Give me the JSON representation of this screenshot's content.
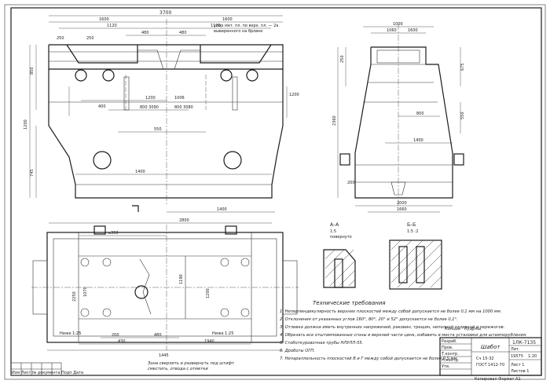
{
  "dimensions": {
    "front_total_width": "3700",
    "front_width_left": "1600",
    "front_width_right": "1600",
    "front_inner_left": "1120",
    "front_inner_right": "1120",
    "front_top_a": "480",
    "front_top_b": "480",
    "front_top_c": "250",
    "front_top_d": "250",
    "front_pitch": "400",
    "front_center_a": "1200",
    "front_center_b": "1006",
    "front_center_c": "550",
    "front_bottom_a": "1400",
    "front_bottom_b": "1400",
    "front_base_width": "2800",
    "front_height_total": "1200",
    "front_height_upper": "850",
    "front_height_lower": "745",
    "front_side_a": "1200",
    "front_hole_a": "800 3090",
    "front_hole_b": "800 3080",
    "side_top": "1000",
    "side_top_a": "1060",
    "side_top_b": "1600",
    "side_height": "2360",
    "side_mid": "800",
    "side_mid_b": "1400",
    "side_bottom": "2000",
    "side_bottom_b": "1660",
    "side_gap": "200",
    "side_right_a": "675",
    "side_right_b": "550",
    "side_left_a": "250",
    "plan_hole": "⌀350",
    "plan_left_a": "2250",
    "plan_left_b": "1070",
    "plan_mid": "1190",
    "plan_mid_b": "1200",
    "plan_bottom_a": "200",
    "plan_bottom_b": "480",
    "plan_bottom_c": "430",
    "plan_bottom_d": "1940",
    "plan_total": "1445"
  },
  "leaders": {
    "front_top_note": "упор мет. пл. по верх. пл. — 2а",
    "front_top_note2": "выверенного на бровке",
    "plan_left_note": "Ниже 1:25",
    "plan_right_note": "Ниже 1:25"
  },
  "section_aa": {
    "label": "А–А",
    "scale": "1:5",
    "note": "повернуто"
  },
  "section_bb": {
    "label": "Б–Б",
    "scale": "1:5 :2"
  },
  "tech_req": {
    "title": "Технические требования",
    "items": [
      "1. Неперпендикулярность верхних плоскостей между собой допускается не более 0,1 мм на 1000 мм.",
      "2. Отклонения от указанных углов 160°, 80°, 20° и 52° допускается не более 0,1°.",
      "3. Отливка должна иметь внутренних напряжений, раковин, трещин, неполной отливкой и пережогов.",
      "4. Обрезать все отштампованные сгоны в верхней части цинк, избавить в места установки для штампорубления.",
      "5. Стоботкуровочная трубы  НЛУЛЛ-55.",
      "6. Дроботы ОГП.",
      "7. Непараллельность плоскостей В и Г между собой допускается не более 0,5 мм."
    ]
  },
  "bottom_note": {
    "line1": "Зона сверлить и развернуть под штифт",
    "line2": "сместить, отвода с отметки"
  },
  "signature": "Концов · Кудряш",
  "title_block": {
    "part_name": "Шабот",
    "designation": "1ЛК-7135",
    "material_line1": "Сч 15-32",
    "material_line2": "ГОСТ 1412-70",
    "stage": "Лит.",
    "mass": "19575",
    "scale": "1:20",
    "sheet": "Лист 1",
    "sheets": "Листов 1",
    "rows": [
      "Изм.",
      "Лист",
      "№ докум.",
      "Подп.",
      "Дата",
      "Разраб.",
      "Пров.",
      "Т.контр.",
      "Н.контр.",
      "Утв."
    ],
    "stamp_left": "Изм  Лист  № документа  Подп  Дата",
    "copy_note": "Копировал  Формат А1"
  }
}
